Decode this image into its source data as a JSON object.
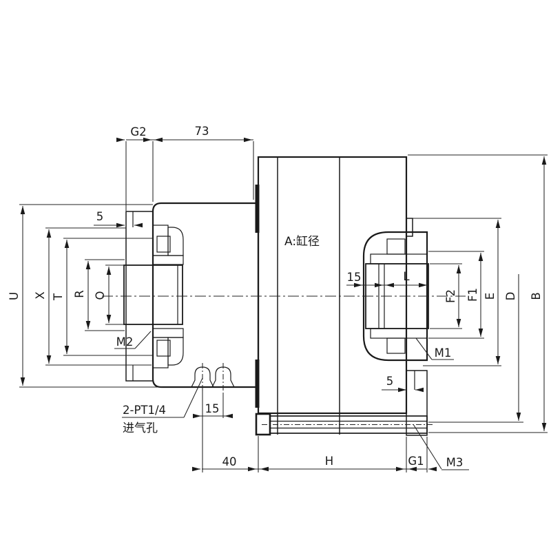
{
  "drawing": {
    "center_note": "A:缸径",
    "dims": {
      "g2": "G2",
      "len73": "73",
      "five_top": "5",
      "u": "U",
      "x": "X",
      "t": "T",
      "r": "R",
      "o": "O",
      "m2": "M2",
      "fifteen_shaft": "15",
      "l": "L",
      "f2": "F2",
      "f1": "F1",
      "e": "E",
      "d": "D",
      "b": "B",
      "m1": "M1",
      "five_bottom": "5",
      "port_qty_label": "2-PT1/4",
      "port_name": "进气孔",
      "fifteen_ports": "15",
      "len40": "40",
      "h": "H",
      "g1": "G1",
      "m3": "M3"
    },
    "colors": {
      "line": "#1a1a1a",
      "body_fill": "#e9e9e9",
      "shaft_fill": "#e4e4e4",
      "plate_fill": "#ffffff",
      "background": "#ffffff"
    }
  }
}
